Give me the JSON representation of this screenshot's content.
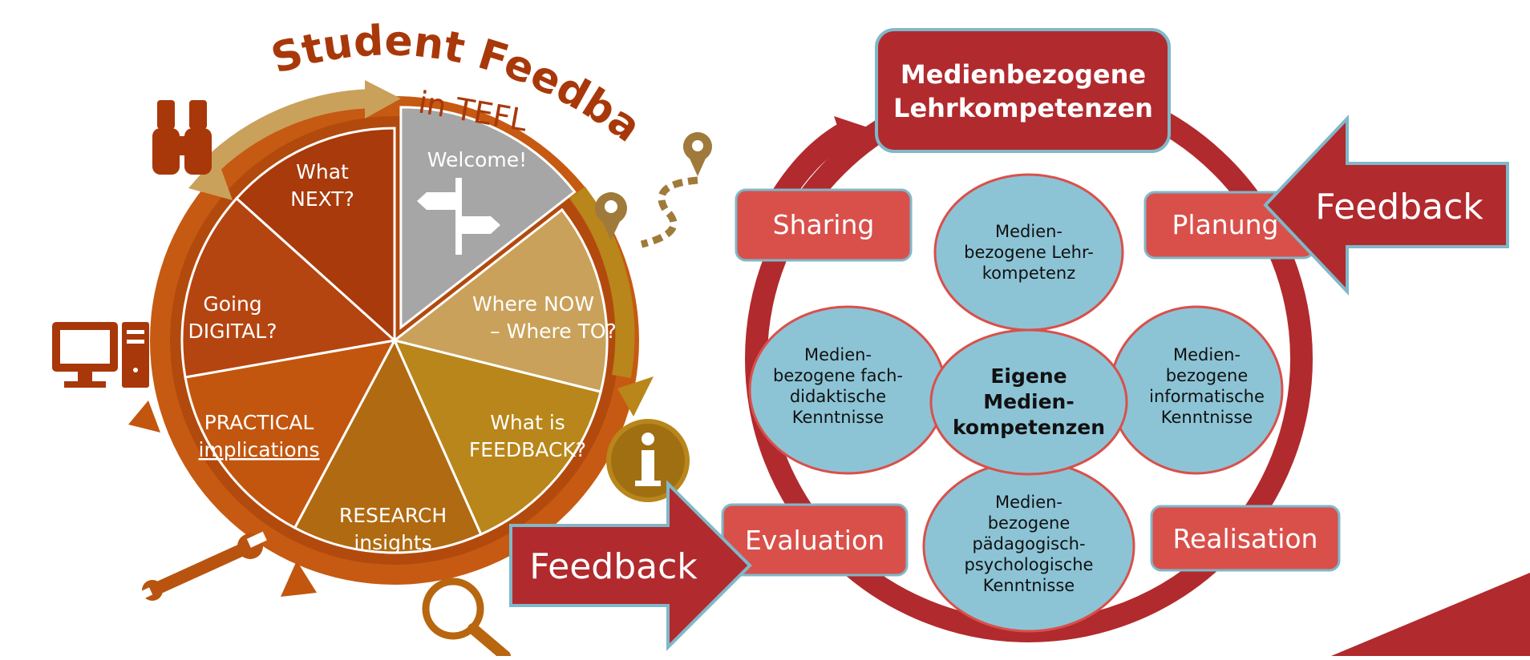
{
  "left_wheel": {
    "title_line1": "Student Feedback",
    "title_line2": "in TEFL",
    "segments": [
      {
        "line1": "Welcome!",
        "line2": "",
        "color": "#a6a6a6"
      },
      {
        "line1": "Where NOW",
        "line2": "– Where TO?",
        "color": "#c9a15a"
      },
      {
        "line1": "What is",
        "line2": "FEEDBACK?",
        "color": "#b8861a"
      },
      {
        "line1": "RESEARCH",
        "line2": "insights",
        "color": "#b06a12"
      },
      {
        "line1": "PRACTICAL",
        "line2": "implications",
        "color": "#c2560f"
      },
      {
        "line1": "Going",
        "line2": "DIGITAL?",
        "color": "#b54510"
      },
      {
        "line1": "What",
        "line2": "NEXT?",
        "color": "#a83a0c"
      }
    ],
    "icons": [
      "binoculars-icon",
      "location-path-icon",
      "computer-icon",
      "info-icon",
      "wrench-icon",
      "magnifier-icon",
      "signpost-icon"
    ],
    "feedback_arrow_label": "Feedback"
  },
  "right_cycle": {
    "top_box_line1": "Medienbezogene",
    "top_box_line2": "Lehrkompetenzen",
    "stages": {
      "planning": "Planung",
      "realisation": "Realisation",
      "evaluation": "Evaluation",
      "sharing": "Sharing"
    },
    "feedback_arrow_label": "Feedback",
    "center": {
      "line1": "Eigene",
      "line2": "Medien-",
      "line3": "kompetenzen"
    },
    "circles": [
      {
        "lines": [
          "Medien-",
          "bezogene Lehr-",
          "kompetenz"
        ]
      },
      {
        "lines": [
          "Medien-",
          "bezogene fach-",
          "didaktische",
          "Kenntnisse"
        ]
      },
      {
        "lines": [
          "Medien-",
          "bezogene",
          "informatische",
          "Kenntnisse"
        ]
      },
      {
        "lines": [
          "Medien-",
          "bezogene",
          "pädagogisch-",
          "psychologische",
          "Kenntnisse"
        ]
      }
    ]
  },
  "colors": {
    "accent_red": "#b12a2e",
    "box_red": "#d9504a",
    "circle_blue": "#8cc4d6",
    "title_brown": "#a8380a"
  }
}
